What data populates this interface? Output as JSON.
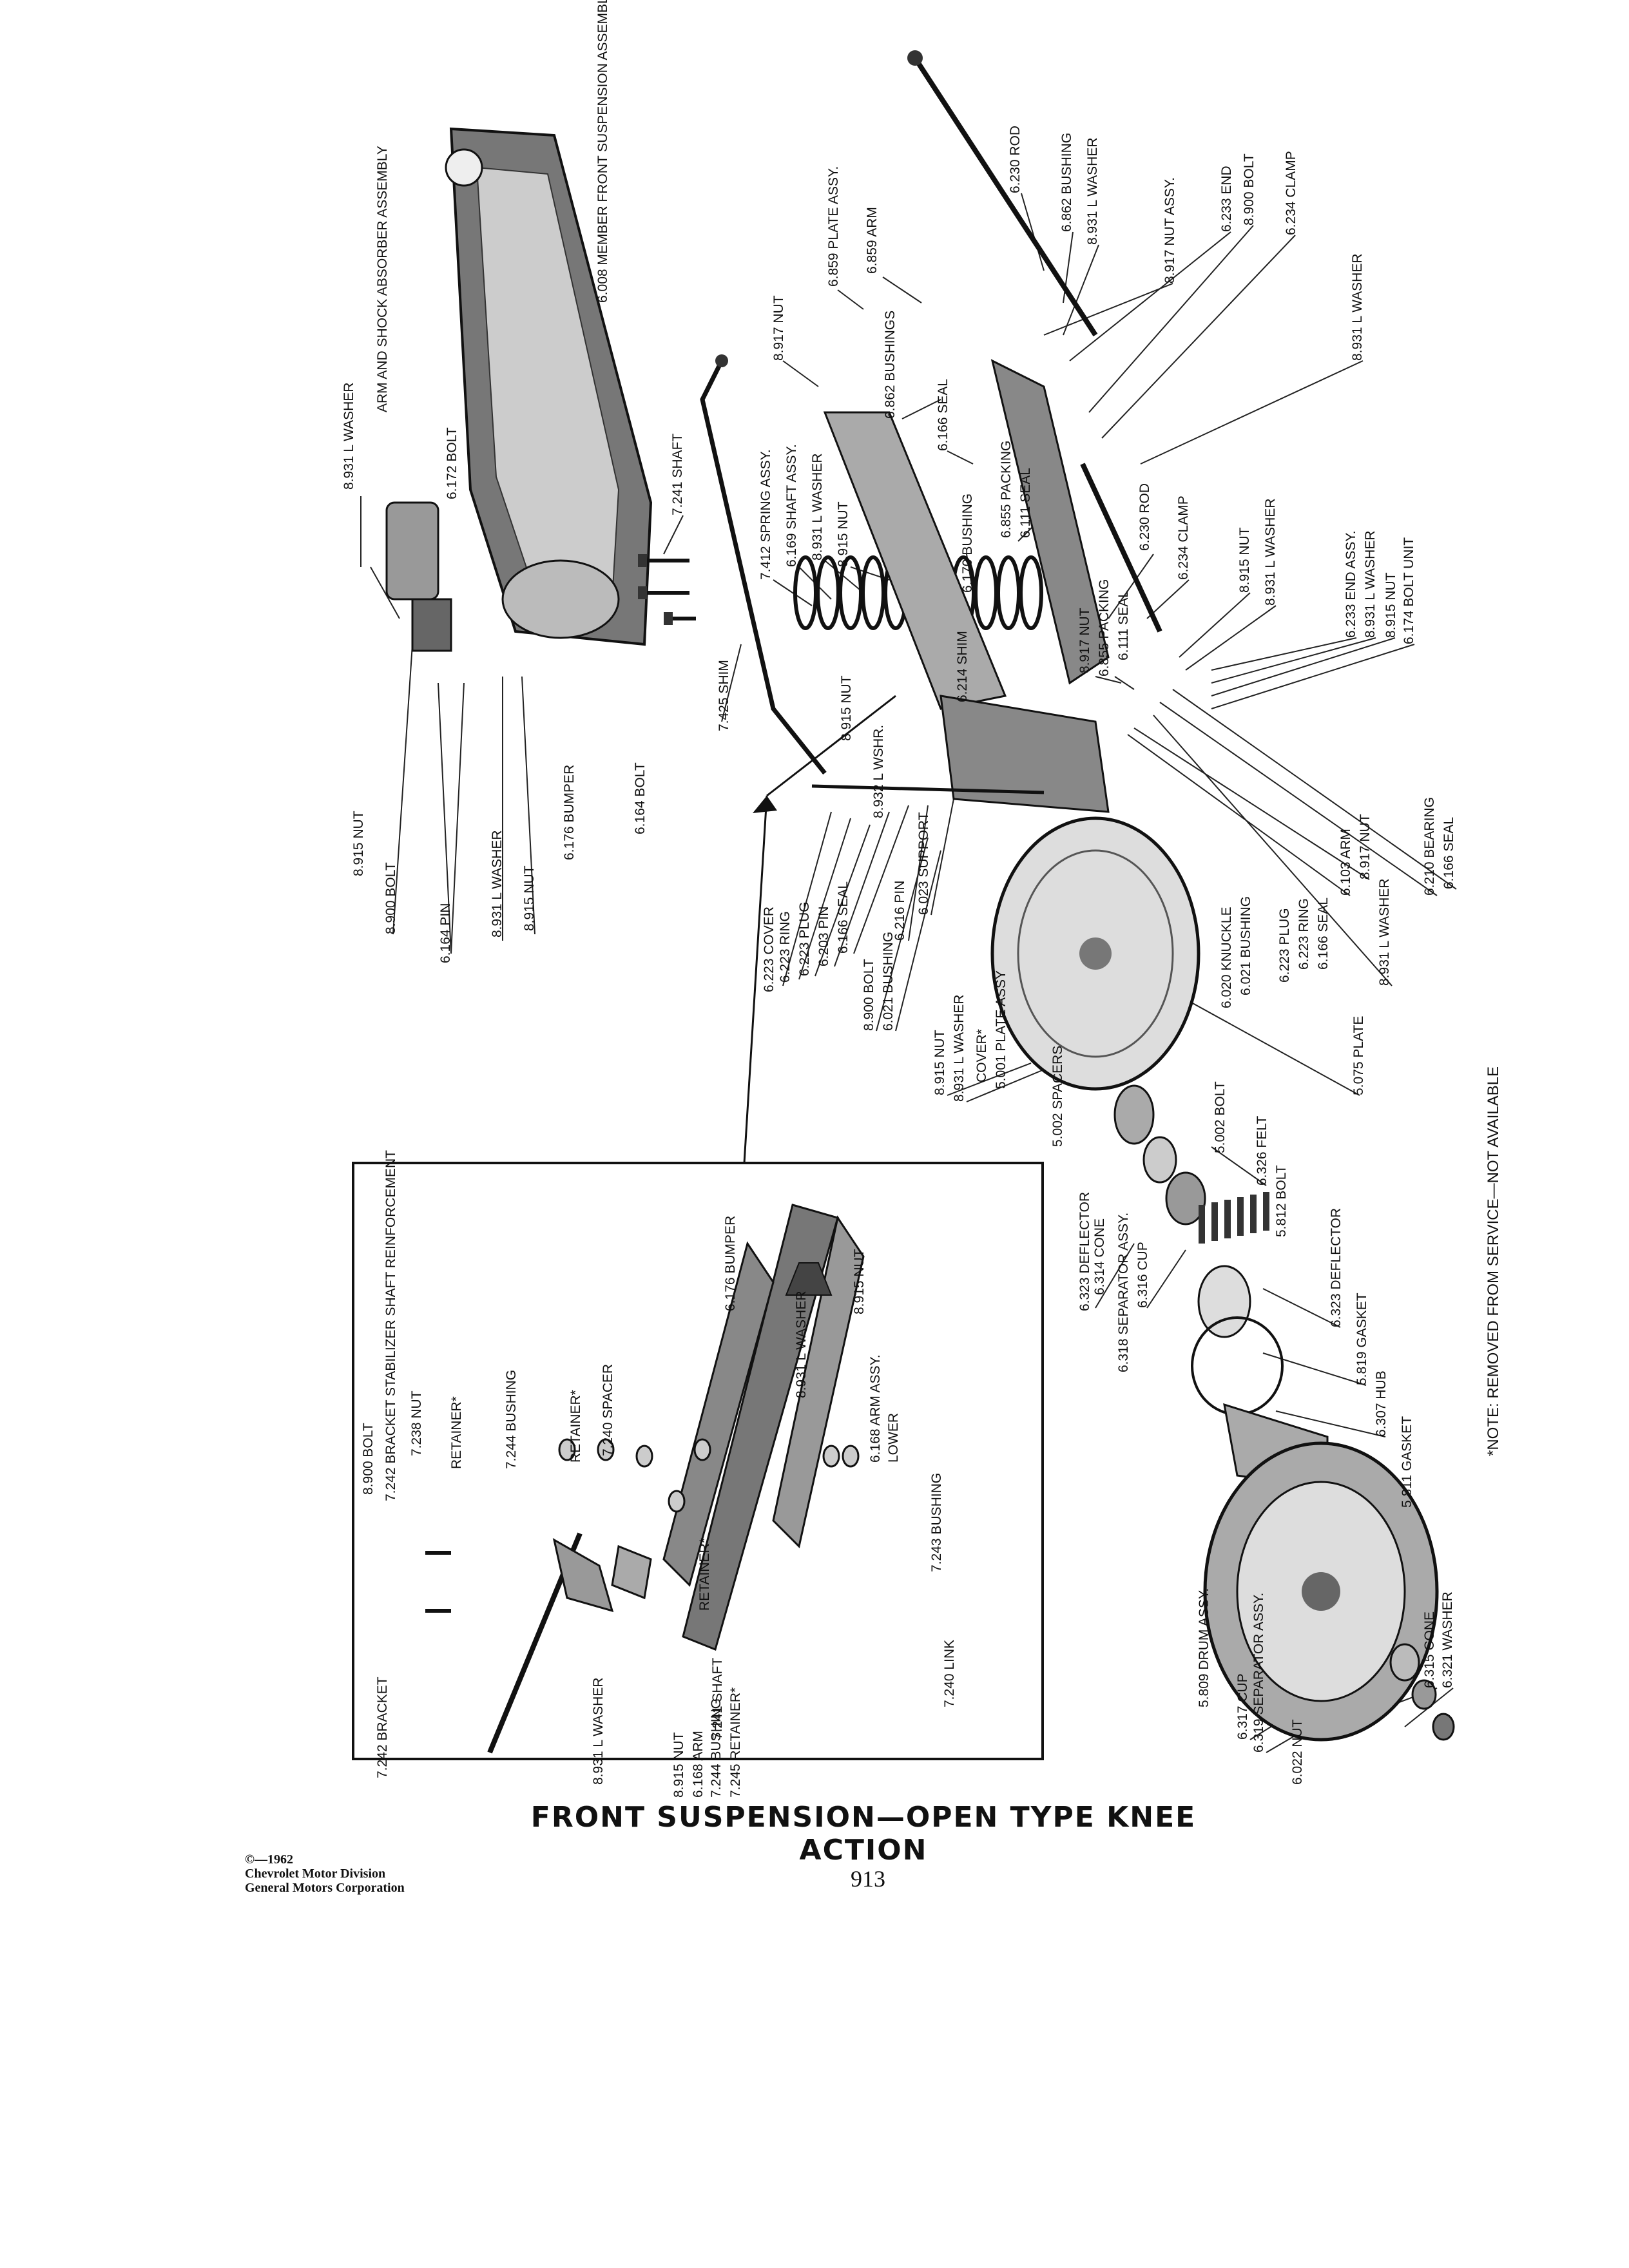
{
  "title": "FRONT SUSPENSION—OPEN TYPE KNEE ACTION",
  "copyright": {
    "line1": "©—1962",
    "line2": "Chevrolet Motor Division",
    "line3": "General Motors Corporation"
  },
  "page_number": "913",
  "note": "*NOTE: REMOVED FROM SERVICE—NOT AVAILABLE",
  "labels": [
    "8.931 L WASHER",
    "ARM AND SHOCK ABSORBER ASSEMBLY",
    "6.172 BOLT",
    "6.008 MEMBER FRONT SUSPENSION ASSEMBLY",
    "7.241 SHAFT",
    "8.915 NUT",
    "8.900 BOLT",
    "6.164 PIN",
    "8.931 L WASHER",
    "8.915 NUT",
    "6.176 BUMPER",
    "6.164 BOLT",
    "7.425 SHIM",
    "7.412 SPRING ASSY.",
    "6.169 SHAFT ASSY.",
    "8.931 L WASHER",
    "8.915 NUT",
    "8.917 NUT",
    "6.859 PLATE ASSY.",
    "6.859 ARM",
    "6.862 BUSHINGS",
    "6.166 SEAL",
    "6.170 BUSHING",
    "6.855 PACKING",
    "6.111 SEAL",
    "8.917 NUT",
    "6.855 PACKING",
    "6.111 SEAL",
    "6.214 SHIM",
    "8.915 NUT",
    "8.932 L WSHR.",
    "6.230 ROD",
    "6.862 BUSHING",
    "8.931 L WASHER",
    "8.917 NUT ASSY.",
    "6.233 END",
    "8.900 BOLT",
    "6.234 CLAMP",
    "8.931 L WASHER",
    "6.230 ROD",
    "6.234 CLAMP",
    "8.915 NUT",
    "8.931 L WASHER",
    "6.233 END ASSY.",
    "8.931 L WASHER",
    "8.915 NUT",
    "6.174 BOLT UNIT",
    "6.223 COVER",
    "6.223 RING",
    "6.223 PLUG",
    "6.203 PIN",
    "6.166 SEAL",
    "6.216 PIN",
    "6.023 SUPPORT",
    "8.900 BOLT",
    "6.021 BUSHING",
    "8.915 NUT",
    "8.931 L WASHER",
    "COVER*",
    "5.001 PLATE ASSY",
    "5.002 SPACERS",
    "5.002 BOLT",
    "6.020 KNUCKLE",
    "6.021 BUSHING",
    "6.223 PLUG",
    "6.223 RING",
    "6.166 SEAL",
    "6.103 ARM",
    "8.917 NUT",
    "8.931 L WASHER",
    "6.210 BEARING",
    "6.166 SEAL",
    "5.075 PLATE",
    "6.326 FELT",
    "5.812 BOLT",
    "6.323 DEFLECTOR",
    "6.314 CONE",
    "6.318 SEPARATOR ASSY.",
    "6.316 CUP",
    "6.323 DEFLECTOR",
    "5.819 GASKET",
    "6.307 HUB",
    "5.811 GASKET",
    "5.809 DRUM ASSY.",
    "6.317 CUP",
    "6.319 SEPARATOR ASSY.",
    "6.022 NUT",
    "6.315 CONE",
    "6.321 WASHER"
  ],
  "inset_labels": [
    "8.900 BOLT",
    "7.242 BRACKET STABILIZER SHAFT REINFORCEMENT",
    "7.238 NUT",
    "RETAINER*",
    "7.244 BUSHING",
    "RETAINER*",
    "7.240 SPACER",
    "6.176 BUMPER",
    "8.915 NUT",
    "8.931 L WASHER",
    "6.168 ARM ASSY.",
    "LOWER",
    "7.243 BUSHING",
    "RETAINER*",
    "7.240 LINK",
    "7.241 SHAFT",
    "7.242 BRACKET",
    "8.931 L WASHER",
    "8.915 NUT",
    "6.168 ARM",
    "7.244 BUSHING",
    "7.245 RETAINER*"
  ]
}
